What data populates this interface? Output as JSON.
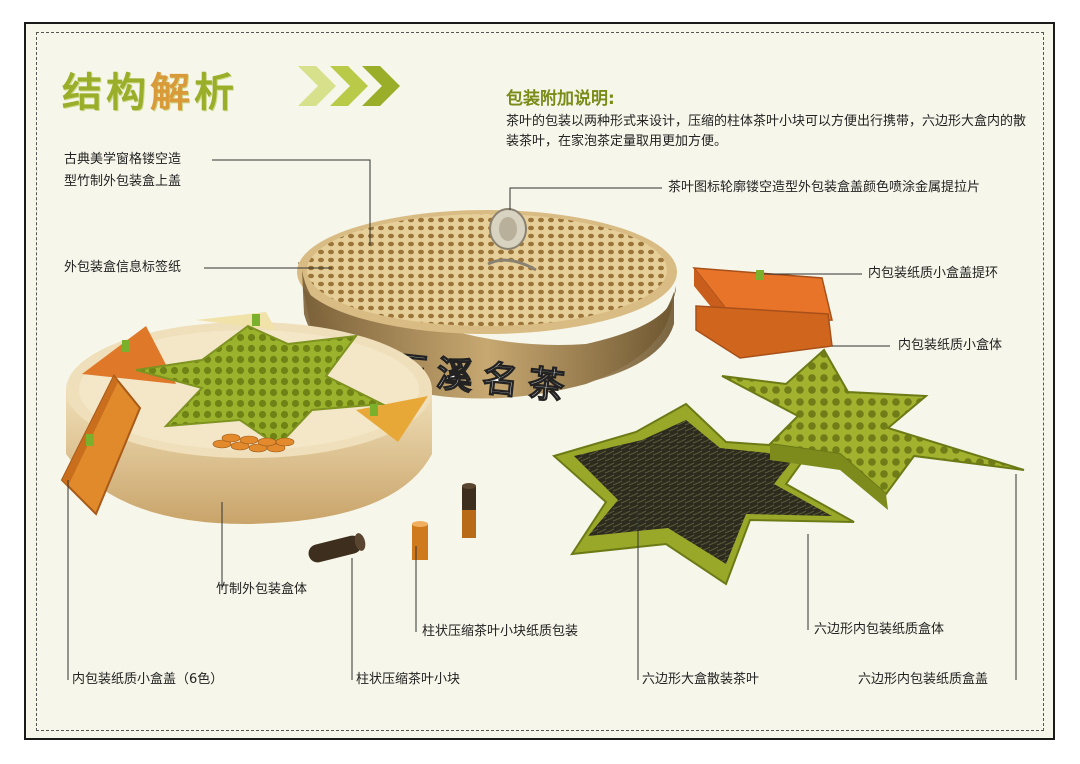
{
  "title": {
    "part1": "结构",
    "part2": "解",
    "part3": "析"
  },
  "note": {
    "heading": "包装附加说明:",
    "body": "茶叶的包装以两种形式来设计，压缩的柱体茶叶小块可以方便出行携带，六边形大盒内的散装茶叶，在家泡茶定量取用更加方便。"
  },
  "labels": {
    "lid_top": "古典美学窗格镂空造",
    "lid_bottom": "型竹制外包装盒上盖",
    "info_label": "外包装盒信息标签纸",
    "pull_tab": "茶叶图标轮廓镂空造型外包装盒盖颜色喷涂金属提拉片",
    "small_ring": "内包装纸质小盒盖提环",
    "small_body": "内包装纸质小盒体",
    "bamboo_body": "竹制外包装盒体",
    "pillar_pack": "柱状压缩茶叶小块纸质包装",
    "hex_body": "六边形内包装纸质盒体",
    "small_lid": "内包装纸质小盒盖（6色）",
    "pillar": "柱状压缩茶叶小块",
    "loose_tea": "六边形大盒散装茶叶",
    "hex_lid": "六边形内包装纸质盒盖"
  },
  "product": {
    "brand_text": "黄石溪名茶"
  },
  "colors": {
    "accent_green": "#9aae2a",
    "accent_orange": "#d99a3a",
    "bamboo": "#e2c99a",
    "olive": "#9aa82a",
    "orange_box": "#e07a22"
  }
}
